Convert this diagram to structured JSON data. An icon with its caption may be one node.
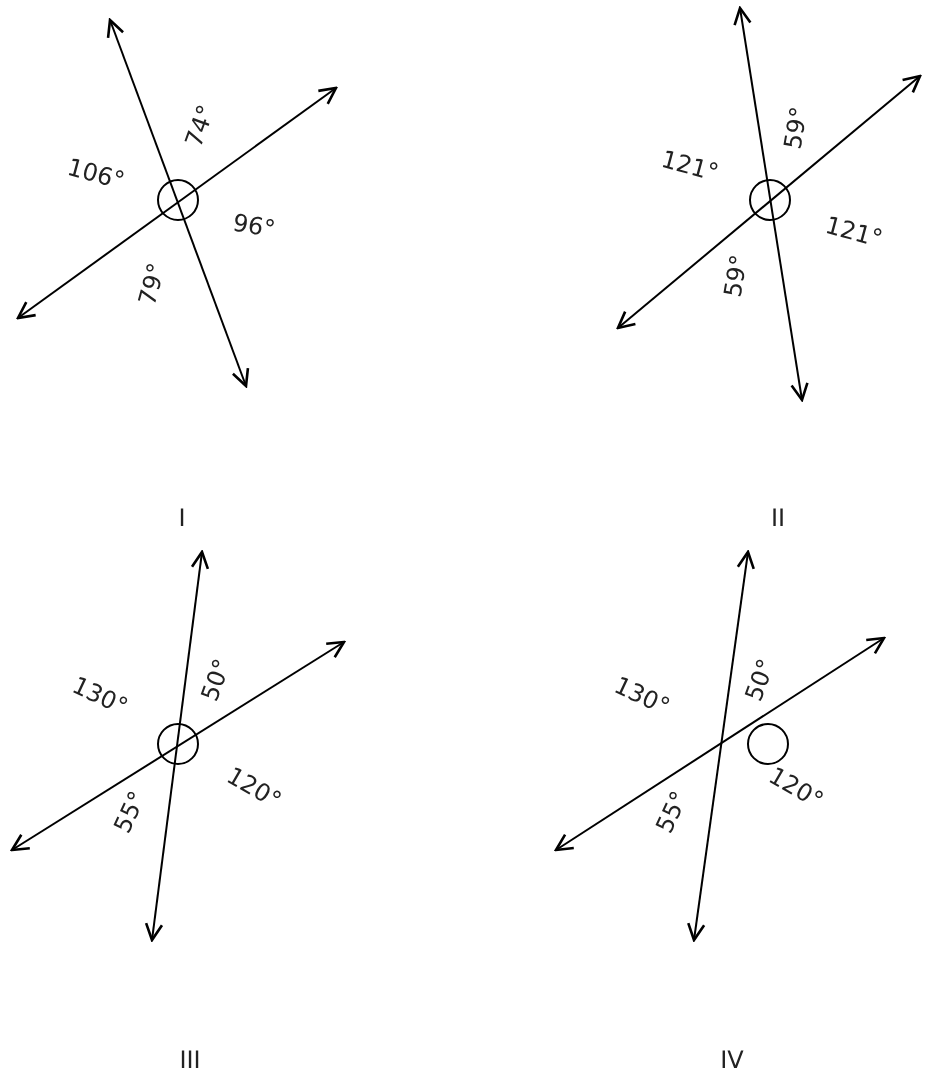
{
  "diagram": {
    "labels": [
      "106°",
      "74°",
      "96°",
      "79°",
      "I",
      "121°",
      "59°",
      "121°",
      "59°",
      "II",
      "130°",
      "50°",
      "120°",
      "55°",
      "III",
      "130°",
      "50°",
      "120°",
      "55°",
      "IV"
    ]
  }
}
